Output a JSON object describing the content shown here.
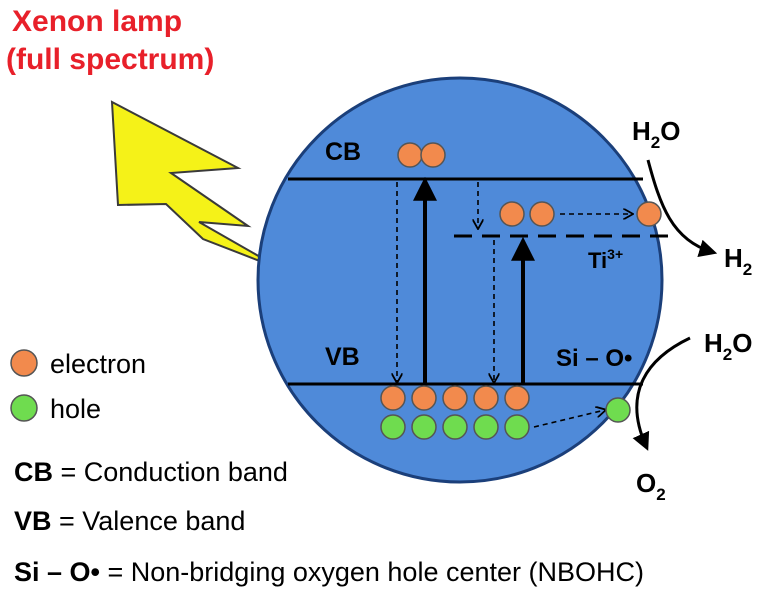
{
  "colors": {
    "particle_body": "#4f8ad9",
    "particle_edge": "#1b3f7a",
    "electron": "#f28a4d",
    "hole": "#6fdc4f",
    "lightning": "#f5f218",
    "lamp_text": "#e8202a"
  },
  "light_source": {
    "line1": "Xenon lamp",
    "line2": "(full spectrum)",
    "icon": "lightning-bolt-icon"
  },
  "bands": {
    "cb": "CB",
    "vb": "VB",
    "ti_base": "Ti",
    "ti_sup": "3+",
    "sio": "Si – O•"
  },
  "reactions": {
    "h2o_left": "H",
    "h2o_sub": "2",
    "h2o_right": "O",
    "h2_main": "H",
    "h2_sub": "2",
    "o2_main": "O",
    "o2_sub": "2"
  },
  "legend": {
    "electron": "electron",
    "hole": "hole",
    "cb_abbr": "CB",
    "cb_def": " = Conduction band",
    "vb_abbr": "VB",
    "vb_def": " = Valence band",
    "sio_abbr": "Si – O•",
    "sio_def": " = Non-bridging oxygen hole center (NBOHC)"
  }
}
